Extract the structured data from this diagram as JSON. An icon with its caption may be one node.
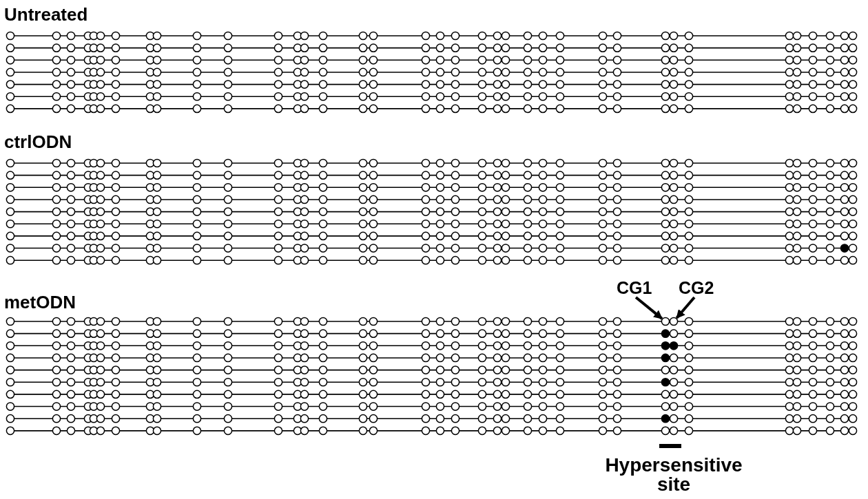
{
  "diagram": {
    "nodes": [
      {
        "text": [
          "CG1"
        ]
      },
      {
        "text": [
          "CG2"
        ]
      },
      {
        "text": [],
        "shape": "circle"
      },
      {
        "text": [],
        "shape": "circle"
      }
    ],
    "edges": [
      {
        "from": 0,
        "to": 2,
        "arrow": "to"
      },
      {
        "from": 1,
        "to": 3,
        "arrow": "to"
      }
    ],
    "labels": [
      "Untreated",
      "ctrlODN",
      "metODN",
      "Hypersensitive site"
    ]
  }
}
